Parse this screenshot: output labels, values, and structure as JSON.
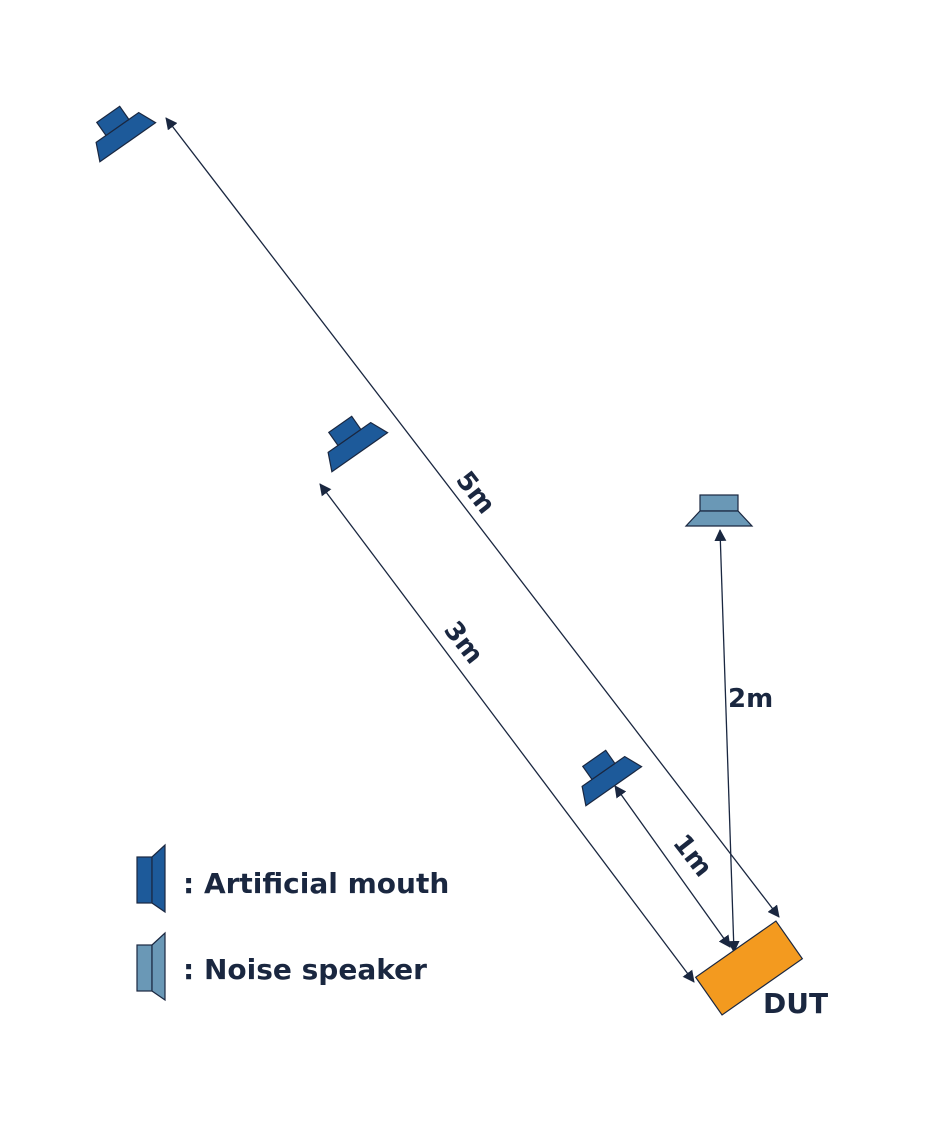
{
  "colors": {
    "artificial_mouth": "#1d5a9a",
    "noise_speaker": "#6a98b6",
    "dut": "#f39a1f",
    "line": "#1a2740",
    "outline": "#1a2740"
  },
  "distances": {
    "d1": "1m",
    "d2": "2m",
    "d3": "3m",
    "d5": "5m"
  },
  "dut_label": "DUT",
  "legend": {
    "artificial_mouth": ": Artificial mouth",
    "noise_speaker": ": Noise speaker"
  },
  "icons": [
    "artificial-mouth-icon",
    "noise-speaker-icon"
  ]
}
